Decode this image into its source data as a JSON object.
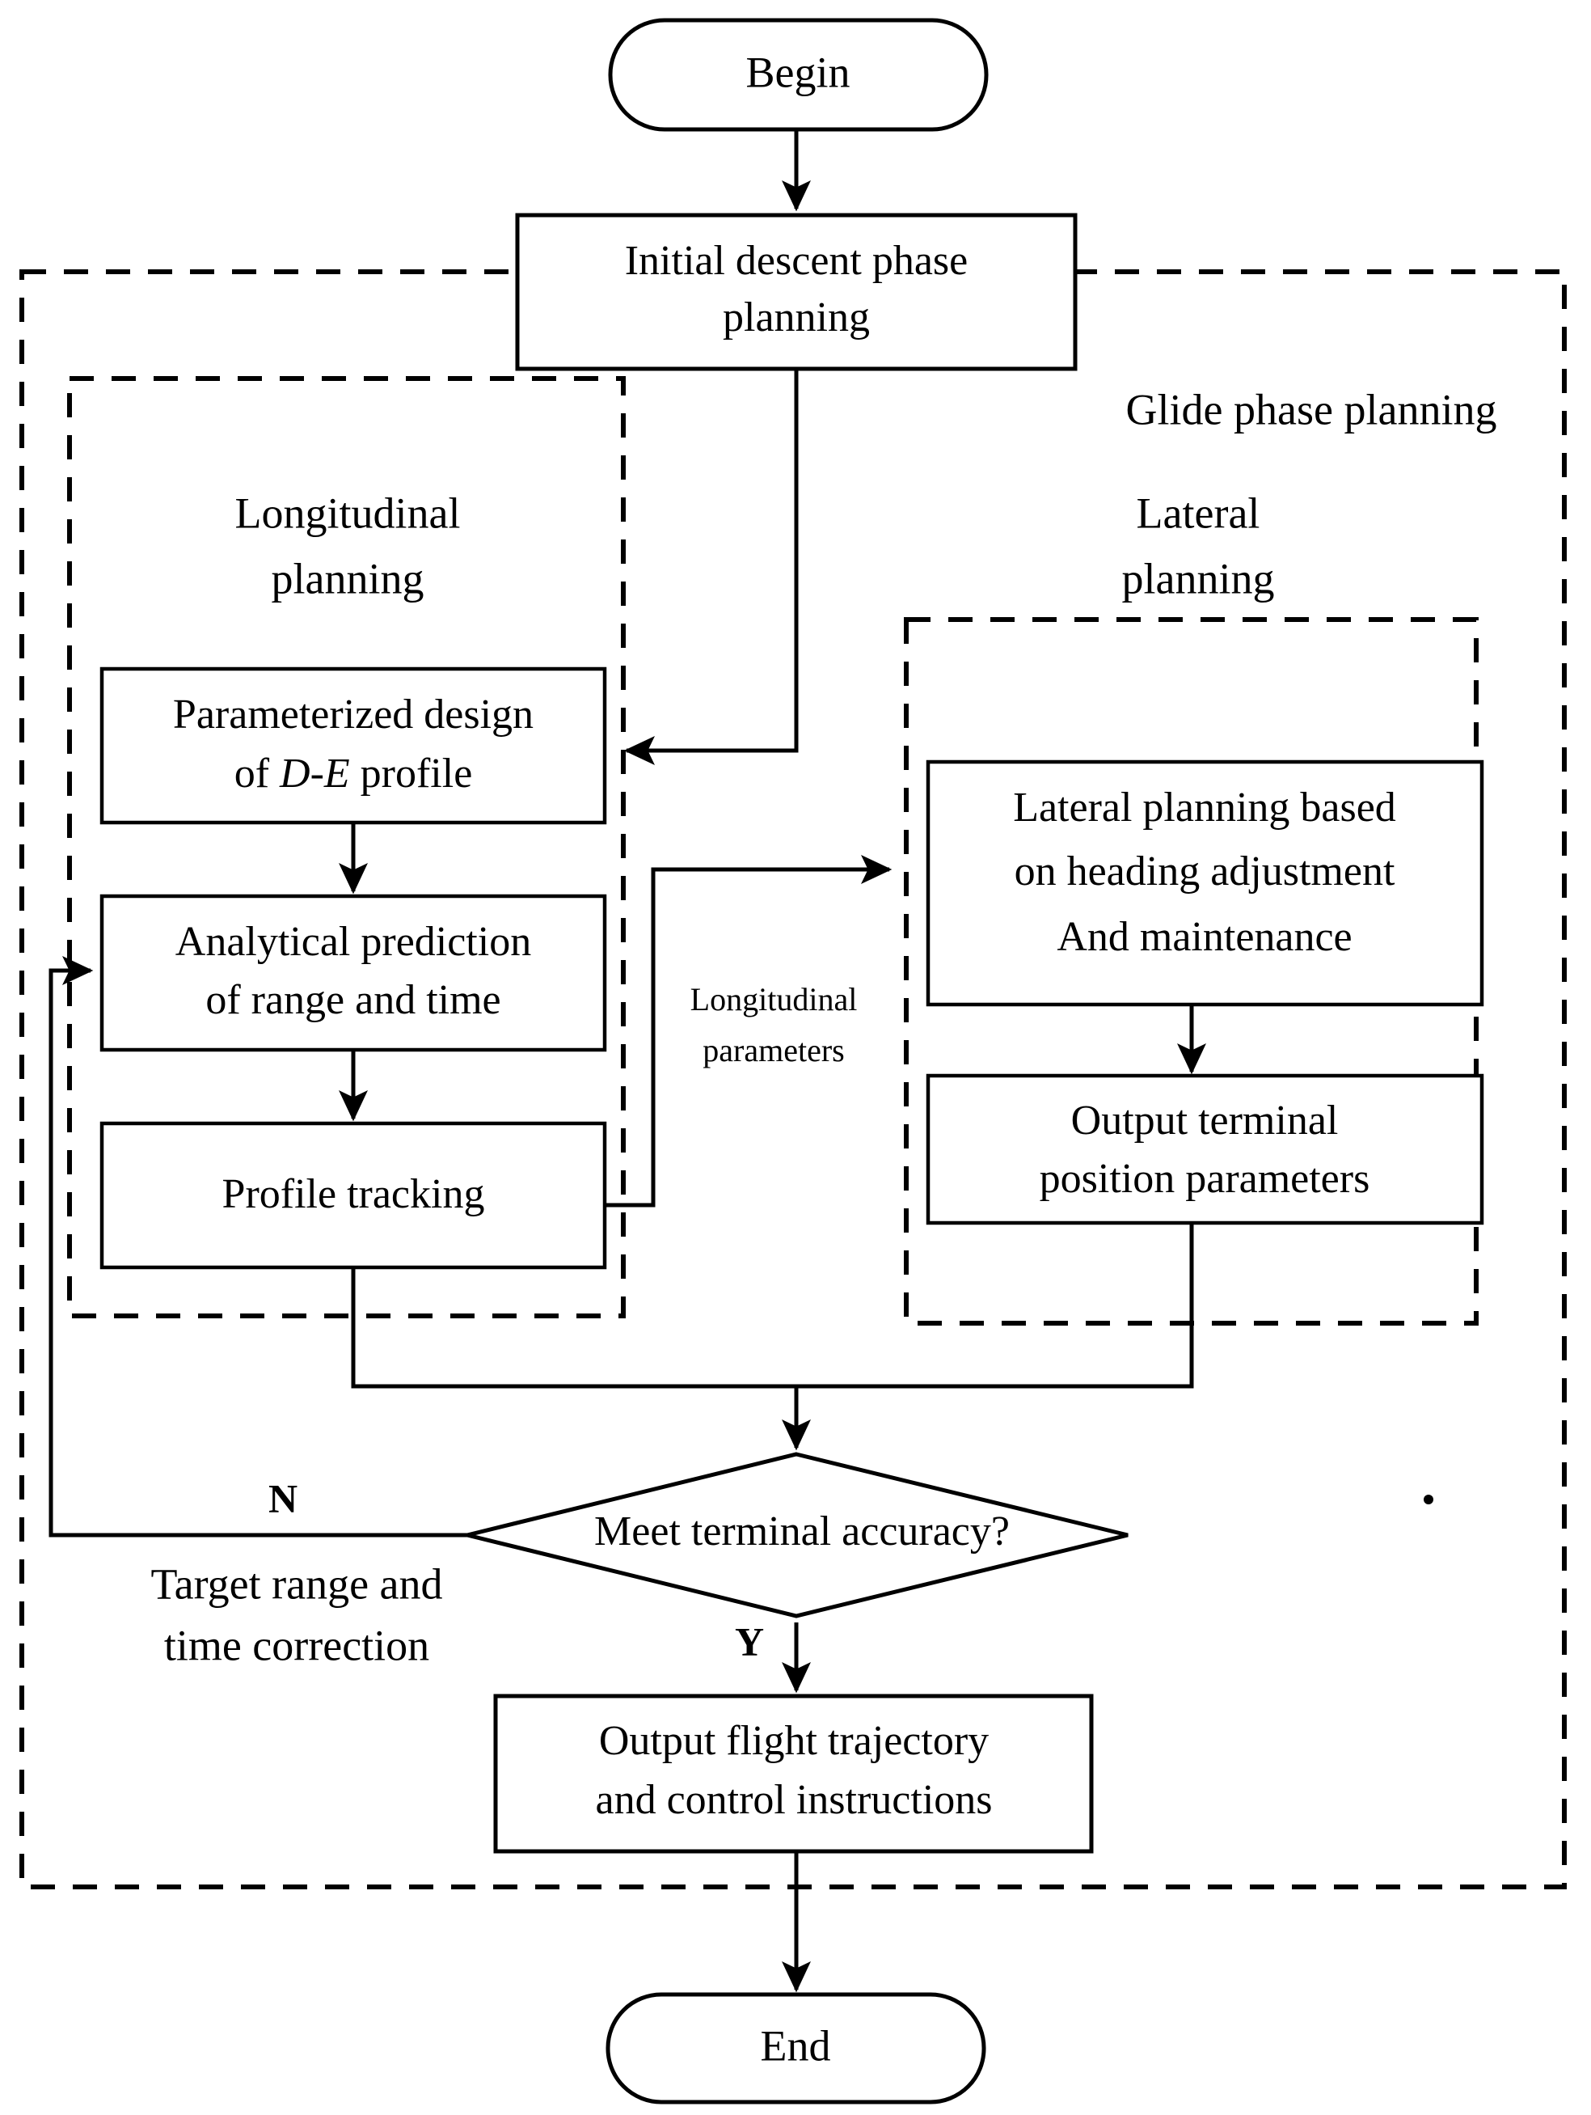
{
  "diagram": {
    "title_visible": false,
    "colors": {
      "stroke": "#000000",
      "background": "#ffffff"
    },
    "terminals": {
      "begin": "Begin",
      "end": "End"
    },
    "nodes": {
      "initial_descent": {
        "line1": "Initial descent phase",
        "line2": "planning"
      },
      "parameterized_design": {
        "line1": "Parameterized design",
        "line2_pre": "of ",
        "line2_em": "D-E",
        "line2_post": " profile"
      },
      "analytical_prediction": {
        "line1": "Analytical prediction",
        "line2": "of range and time"
      },
      "profile_tracking": {
        "line1": "Profile tracking"
      },
      "lateral_planning_node": {
        "line1": "Lateral planning based",
        "line2": "on heading adjustment",
        "line3": "And maintenance"
      },
      "output_terminal_position": {
        "line1": "Output terminal",
        "line2": "position parameters"
      },
      "output_flight_trajectory": {
        "line1": "Output flight trajectory",
        "line2": "and control instructions"
      }
    },
    "decision": {
      "text": "Meet terminal accuracy?"
    },
    "groups": {
      "glide_phase": {
        "label": "Glide phase planning"
      },
      "longitudinal": {
        "label_line1": "Longitudinal",
        "label_line2": "planning"
      },
      "lateral": {
        "label_line1": "Lateral",
        "label_line2": "planning"
      }
    },
    "edge_labels": {
      "longitudinal_parameters_line1": "Longitudinal",
      "longitudinal_parameters_line2": "parameters",
      "branch_no": "N",
      "branch_yes": "Y",
      "correction_line1": "Target range and",
      "correction_line2": "time correction"
    }
  }
}
